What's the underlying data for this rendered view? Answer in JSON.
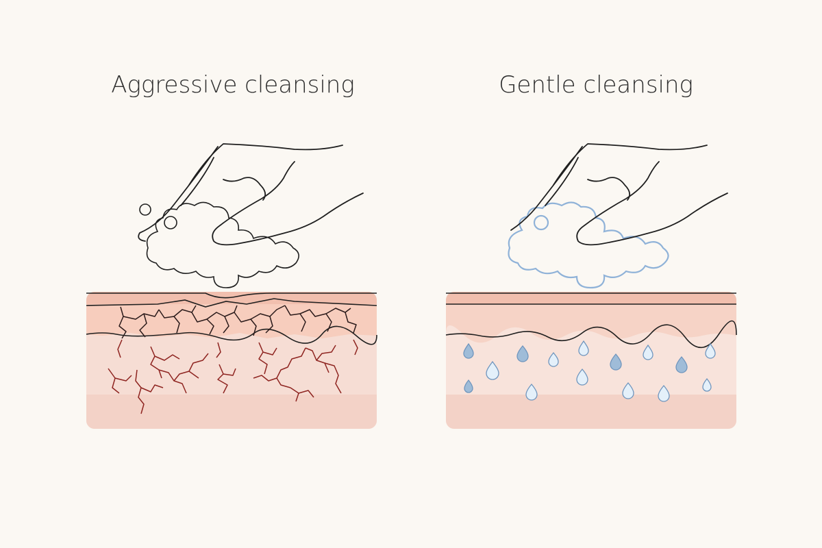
{
  "panels": {
    "left": {
      "title": "Aggressive cleansing",
      "state": "damaged"
    },
    "right": {
      "title": "Gentle cleansing",
      "state": "hydrated"
    }
  },
  "colors": {
    "background": "#fbf8f3",
    "outline": "#1f1f1f",
    "skin_top": "#f1bfae",
    "skin_epidermis": "#f7d4c7",
    "skin_dermis": "#f6ddd4",
    "cracks": "#8e2420",
    "foam_gentle": "#8fb2d8",
    "droplet_fill": "#dcebf8",
    "droplet_fill_dark": "#9fbcd8",
    "droplet_stroke": "#6f95bd"
  }
}
